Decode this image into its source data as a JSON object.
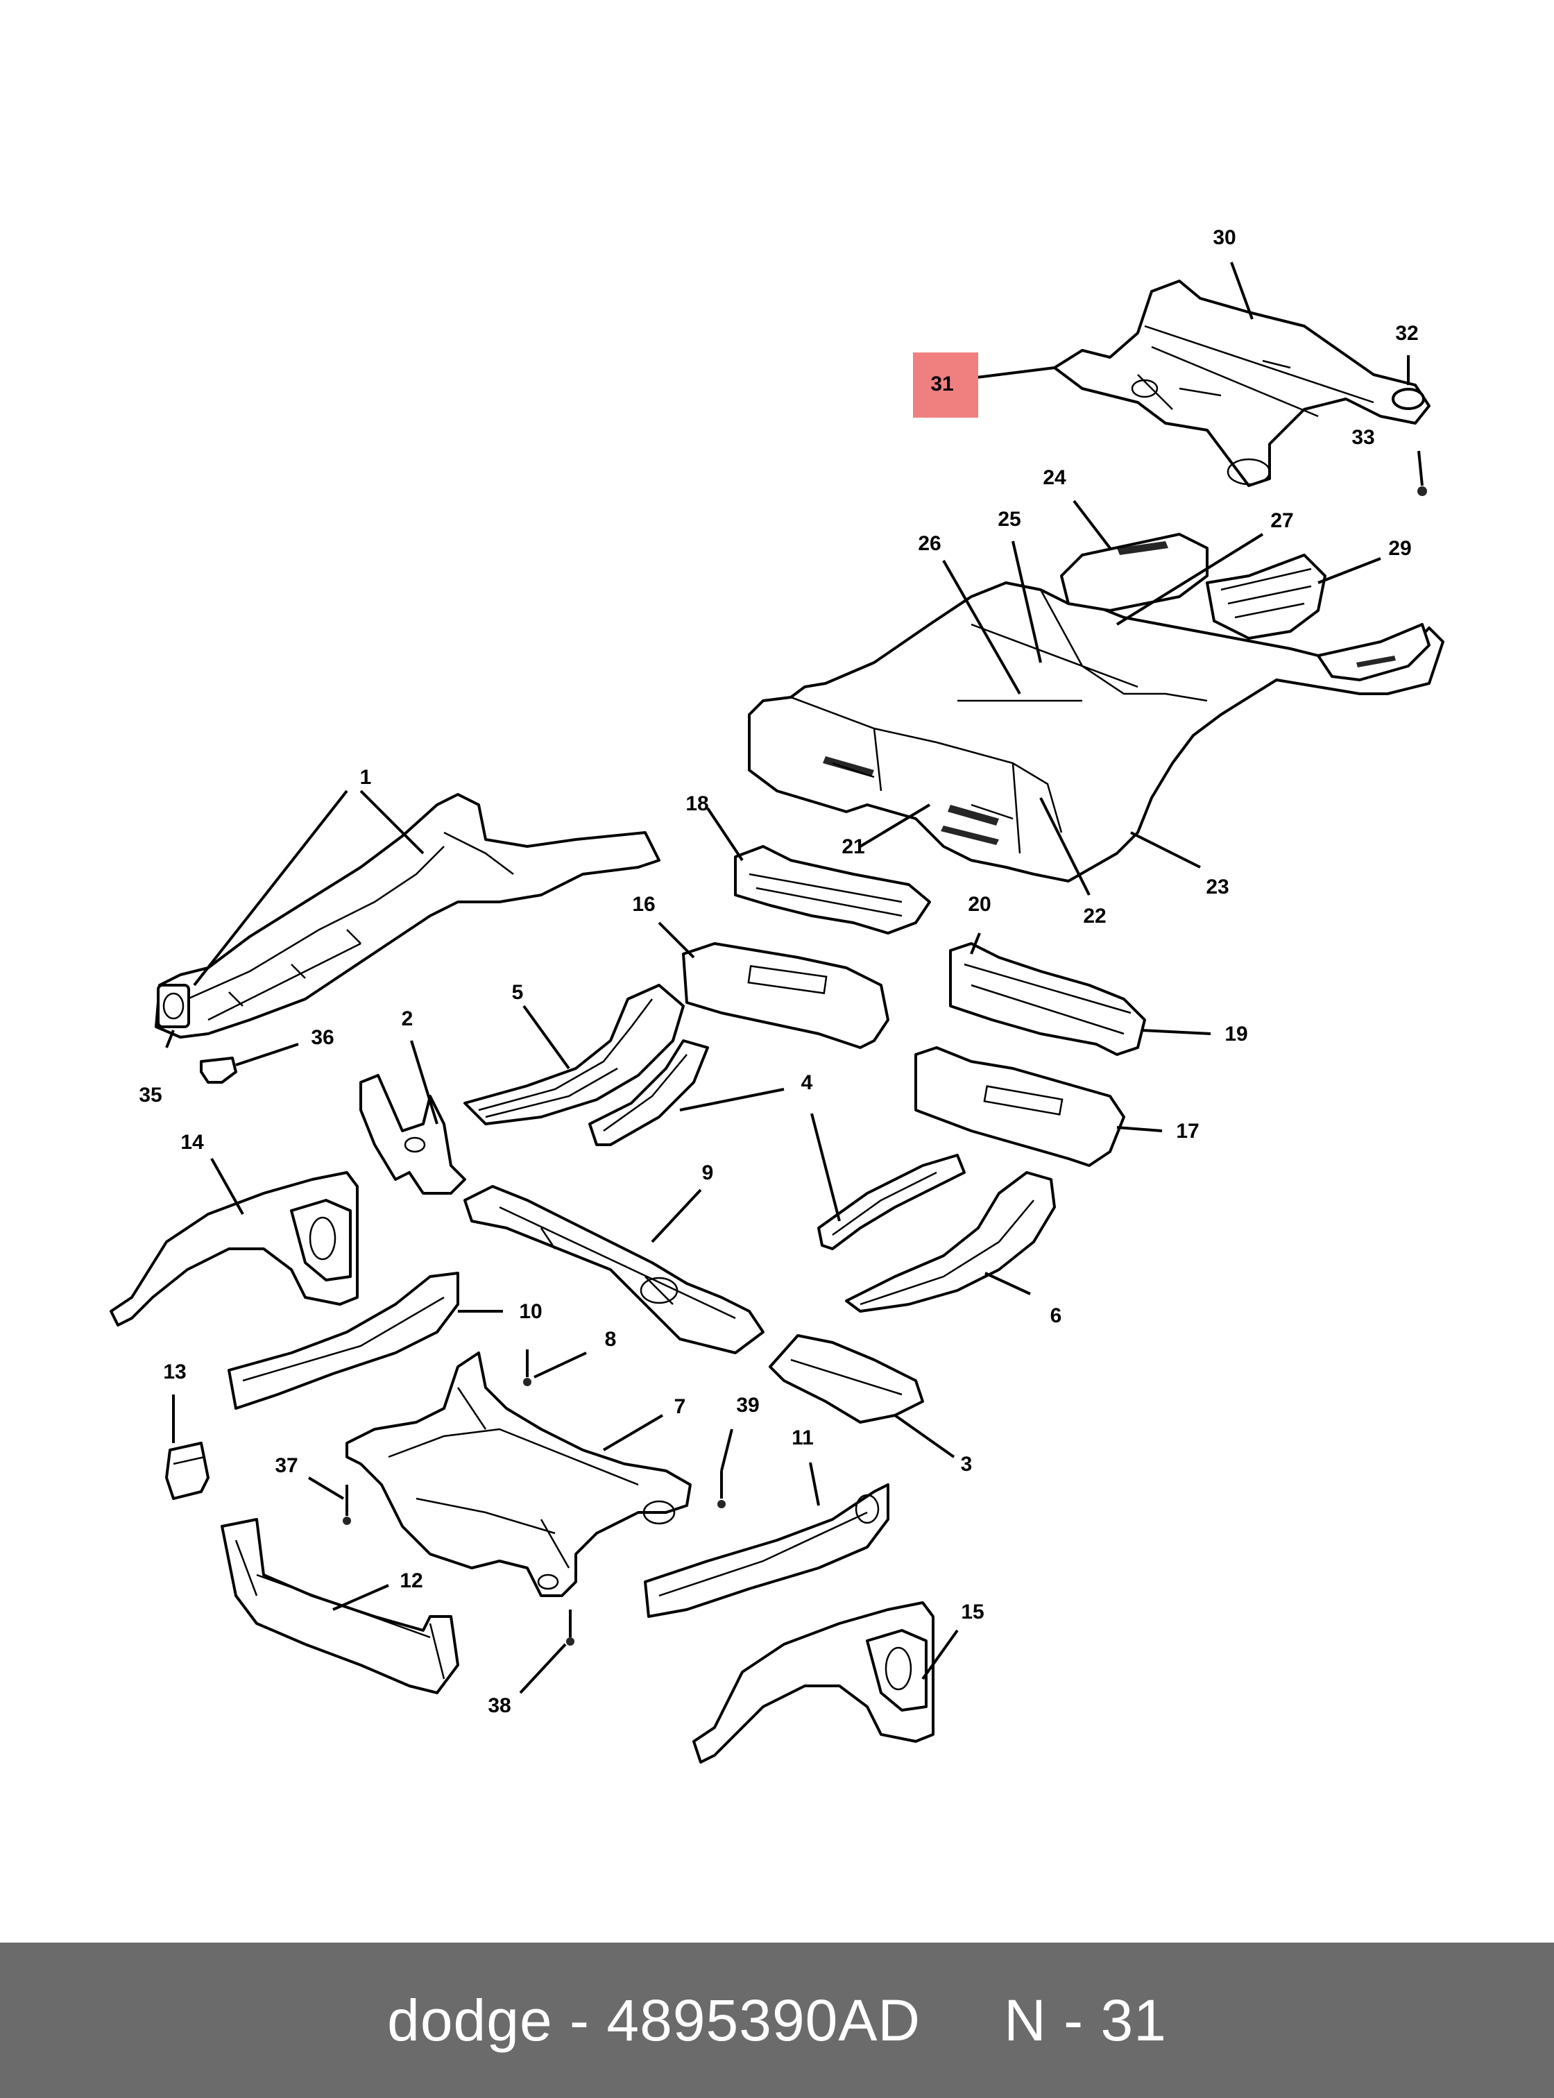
{
  "footer": {
    "brand": "dodge",
    "separator": "-",
    "part_number": "4895390AD",
    "ref_prefix": "N",
    "ref_separator": "-",
    "ref_number": "31"
  },
  "highlight_color": "#f08080",
  "callouts": {
    "c1": "1",
    "c2": "2",
    "c3": "3",
    "c4": "4",
    "c5": "5",
    "c6": "6",
    "c7": "7",
    "c8": "8",
    "c9": "9",
    "c10": "10",
    "c11": "11",
    "c12": "12",
    "c13": "13",
    "c14": "14",
    "c15": "15",
    "c16": "16",
    "c17": "17",
    "c18": "18",
    "c19": "19",
    "c20": "20",
    "c21": "21",
    "c22": "22",
    "c23": "23",
    "c24": "24",
    "c25": "25",
    "c26": "26",
    "c27": "27",
    "c29": "29",
    "c30": "30",
    "c31": "31",
    "c32": "32",
    "c33": "33",
    "c35": "35",
    "c36": "36",
    "c37": "37",
    "c38": "38",
    "c39": "39"
  }
}
